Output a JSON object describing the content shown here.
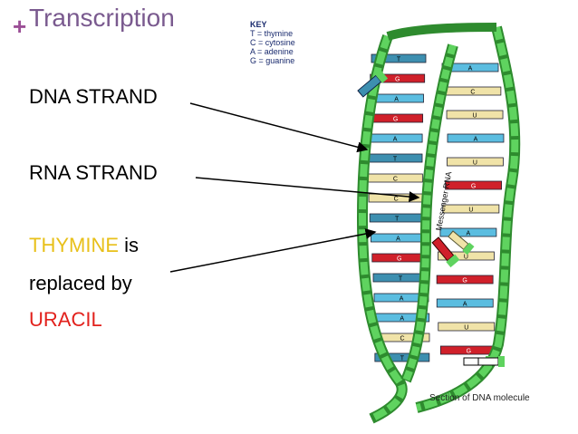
{
  "title": "Transcription",
  "bullet": "+",
  "labels": {
    "dna": "DNA STRAND",
    "rna": "RNA STRAND",
    "thymine": "THYMINE",
    "is": " is",
    "replaced": "replaced by",
    "uracil": "URACIL"
  },
  "key": {
    "heading": "KEY",
    "lines": [
      "T = thymine",
      "C = cytosine",
      "A = adenine",
      "G = guanine"
    ]
  },
  "rna_label": "Messenger RNA",
  "caption": "Section of DNA molecule",
  "colors": {
    "backbone": "#3cb043",
    "thymine": "#3d8fb0",
    "adenine": "#5bbde0",
    "guanine": "#d0202a",
    "cytosine": "#f0e3a8",
    "thymine_text": "#e8c01a",
    "uracil_text": "#e2211c",
    "title": "#7a5a8f"
  },
  "base_pairs_left": [
    "T",
    "G",
    "A",
    "G",
    "A",
    "T",
    "C",
    "C",
    "T",
    "A",
    "G",
    "T",
    "A",
    "A",
    "C",
    "T"
  ],
  "base_pairs_rna": [
    "A",
    "C",
    "U",
    "A",
    "U",
    "G",
    "U",
    "A",
    "U",
    "G",
    "A",
    "U",
    "G"
  ]
}
